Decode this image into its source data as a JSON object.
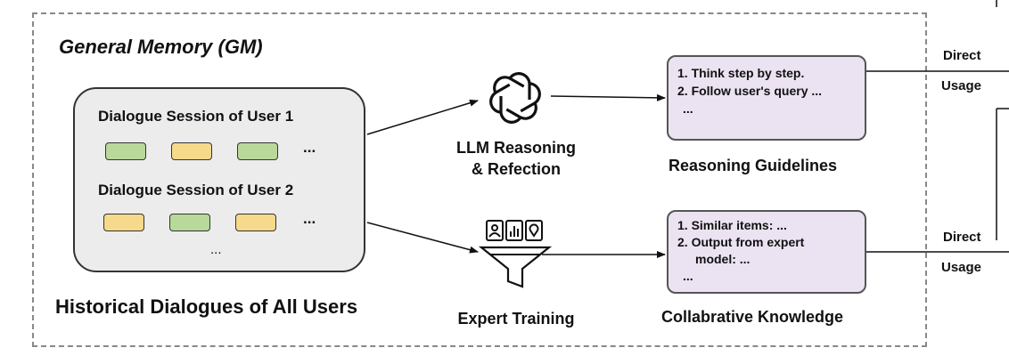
{
  "general_memory": {
    "title": "General Memory (GM)"
  },
  "historical": {
    "sessions": [
      {
        "label": "Dialogue Session of User 1",
        "chips": [
          "green",
          "yellow",
          "green"
        ],
        "more": "..."
      },
      {
        "label": "Dialogue Session of User 2",
        "chips": [
          "yellow",
          "green",
          "yellow"
        ],
        "more": "..."
      }
    ],
    "more": "...",
    "caption": "Historical Dialogues of All Users"
  },
  "reasoning": {
    "icon": "openai-logo-icon",
    "label_line1": "LLM Reasoning",
    "label_line2": "& Refection"
  },
  "expert": {
    "icon": "funnel-with-icons",
    "label": "Expert Training"
  },
  "guidelines_box": {
    "lines": [
      "1. Think step by step.",
      "2. Follow user's query ...",
      "..."
    ],
    "caption": "Reasoning Guidelines"
  },
  "knowledge_box": {
    "lines": [
      "1. Similar items: ...",
      "2. Output from expert",
      "model: ...",
      "..."
    ],
    "caption": "Collabrative Knowledge"
  },
  "side_labels": {
    "top": {
      "line1": "Direct",
      "line2": "Usage"
    },
    "bottom": {
      "line1": "Direct",
      "line2": "Usage"
    }
  },
  "colors": {
    "chip_green": "#b9d99a",
    "chip_yellow": "#f7d98b",
    "history_bg": "#ececec",
    "output_box_bg": "#ebe3f1"
  }
}
